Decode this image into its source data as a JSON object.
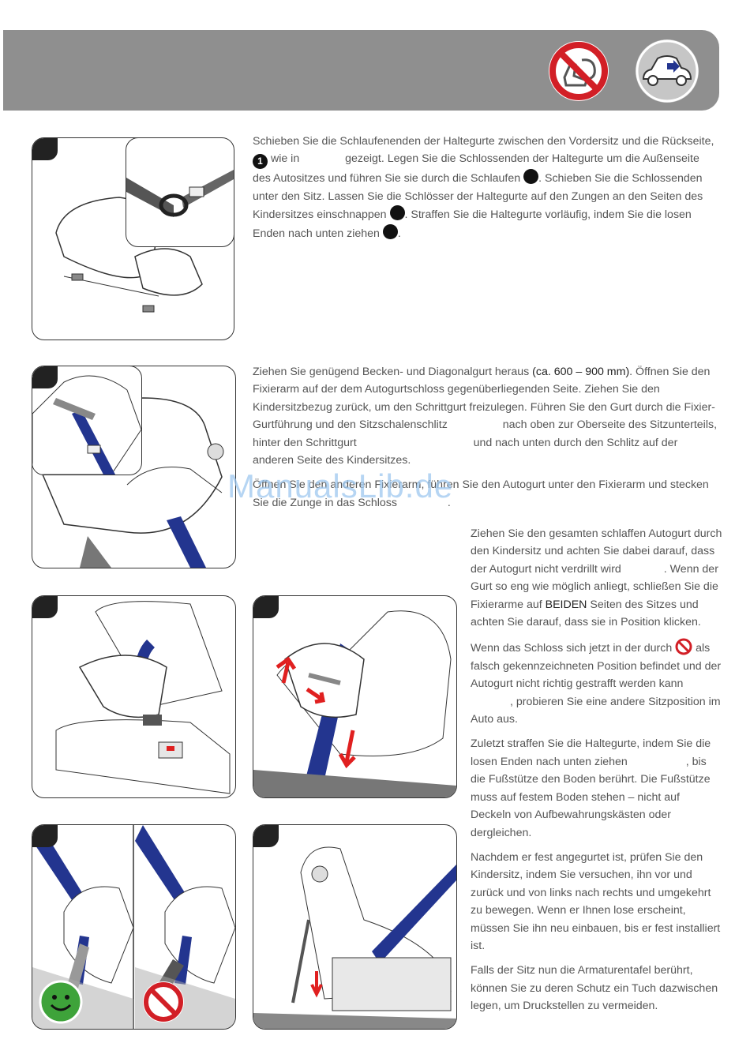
{
  "header": {
    "no_airbag_icon": "no-airbag-seat-icon",
    "car_icon": "car-forward-icon",
    "bg_color": "#8f8f8f"
  },
  "step1": {
    "pre": "Schieben Sie die Schlaufenenden der Haltegurte zwischen den Vordersitz und die Rückseite, ",
    "num": "1",
    "mid1": " wie in ",
    "mid2": " gezeigt. Legen Sie die Schlossenden der Haltegurte um die Außenseite des Autositzes und führen Sie sie durch die Schlaufen ",
    "mid3": ". Schieben Sie die Schlossenden unter den Sitz. Lassen Sie die Schlösser der Haltegurte auf den Zungen an den Seiten des Kindersitzes einschnappen ",
    "mid4": ". Straffen Sie die Haltegurte vorläufig, indem Sie die losen Enden nach unten ziehen ",
    "end": "."
  },
  "step2": {
    "p1a": "Ziehen Sie genügend Becken- und Diagonalgurt heraus ",
    "p1b": "(ca. 600 – 900 mm)",
    "p1c": ". Öffnen Sie den Fixierarm auf der dem Autogurtschloss gegenüberliegenden Seite. Ziehen Sie den Kindersitzbezug zurück, um den Schrittgurt freizulegen. Führen Sie den Gurt durch die Fixier-Gurtführung und den Sitzschalenschlitz ",
    "p1d": " nach oben zur Oberseite des Sitzunterteils, hinter den Schrittgurt ",
    "p1e": " und nach unten durch den Schlitz auf der anderen Seite des Kindersitzes.",
    "p2a": "Öffnen Sie den anderen Fixierarm, führen Sie den Autogurt unter den Fixierarm und stecken Sie die Zunge in das Schloss ",
    "p2b": "."
  },
  "right": {
    "p1a": "Ziehen Sie den gesamten schlaffen Autogurt durch den Kindersitz und achten Sie dabei darauf, dass der Autogurt nicht verdrillt wird ",
    "p1b": ". Wenn der Gurt so eng wie möglich anliegt, schließen Sie die Fixierarme auf ",
    "p1c": "BEIDEN",
    "p1d": " Seiten des Sitzes und achten Sie darauf, dass sie in Position klicken.",
    "p2a": "Wenn das Schloss sich jetzt in der durch ",
    "p2b": " als falsch gekennzeichneten Position befindet und der Autogurt nicht richtig gestrafft werden kann ",
    "p2c": ", probieren Sie eine andere Sitzposition im Auto aus.",
    "p3a": "Zuletzt straffen Sie die Haltegurte, indem Sie die losen Enden nach unten ziehen ",
    "p3b": ", bis die Fußstütze den Boden berührt. Die Fußstütze muss auf festem Boden stehen – nicht auf Deckeln von Aufbewahrungskästen oder dergleichen.",
    "p4": "Nachdem er fest angegurtet ist, prüfen Sie den Kindersitz, indem Sie versuchen, ihn vor und zurück und von links nach rechts und umgekehrt zu bewegen. Wenn er Ihnen lose erscheint, müssen Sie ihn neu einbauen, bis er fest installiert ist.",
    "p5": "Falls der Sitz nun die Armaturentafel berührt, können Sie zu deren Schutz ein Tuch dazwischen legen, um Druckstellen zu vermeiden."
  },
  "watermark": "ManualsLib.de",
  "colors": {
    "belt": "#23358f",
    "arrow": "#e02020",
    "ok": "#3ea33a",
    "no": "#d21f26"
  }
}
